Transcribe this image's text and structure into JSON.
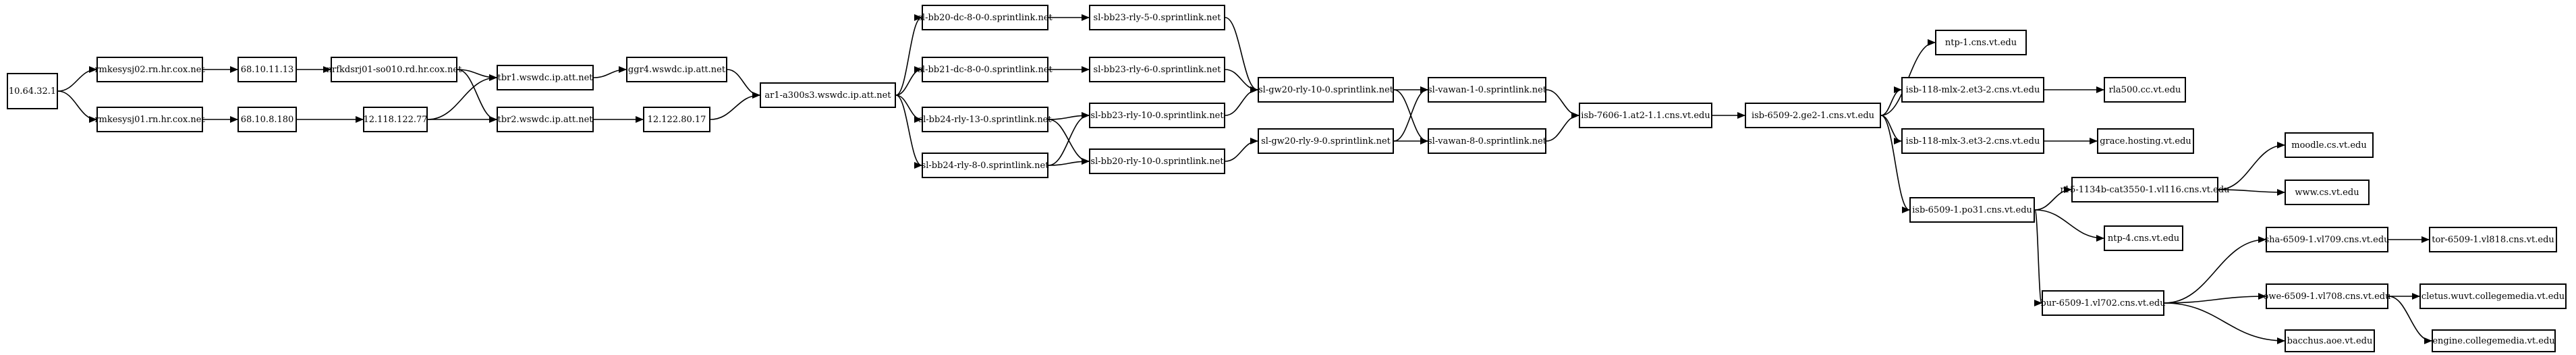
{
  "nodes": [
    {
      "id": "src",
      "label": "10.64.32.1"
    },
    {
      "id": "rmk1",
      "label": "rmkesysj02.rn.hr.cox.net"
    },
    {
      "id": "rmk2",
      "label": "rmkesysj01.rn.hr.cox.net"
    },
    {
      "id": "ip1",
      "label": "68.10.11.13"
    },
    {
      "id": "ip2",
      "label": "68.10.8.180"
    },
    {
      "id": "nrf",
      "label": "nrfkdsrj01-so010.rd.hr.cox.net"
    },
    {
      "id": "ip3",
      "label": "12.118.122.77"
    },
    {
      "id": "tbr1",
      "label": "tbr1.wswdc.ip.att.net"
    },
    {
      "id": "tbr2",
      "label": "tbr2.wswdc.ip.att.net"
    },
    {
      "id": "ggr4",
      "label": "ggr4.wswdc.ip.att.net"
    },
    {
      "id": "ip4",
      "label": "12.122.80.17"
    },
    {
      "id": "ar1",
      "label": "ar1-a300s3.wswdc.ip.att.net"
    },
    {
      "id": "bb20dc",
      "label": "sl-bb20-dc-8-0-0.sprintlink.net"
    },
    {
      "id": "bb21dc",
      "label": "sl-bb21-dc-8-0-0.sprintlink.net"
    },
    {
      "id": "bb24rly13",
      "label": "sl-bb24-rly-13-0.sprintlink.net"
    },
    {
      "id": "bb24rly8",
      "label": "sl-bb24-rly-8-0.sprintlink.net"
    },
    {
      "id": "bb23rly5",
      "label": "sl-bb23-rly-5-0.sprintlink.net"
    },
    {
      "id": "bb23rly6",
      "label": "sl-bb23-rly-6-0.sprintlink.net"
    },
    {
      "id": "bb23rly10",
      "label": "sl-bb23-rly-10-0.sprintlink.net"
    },
    {
      "id": "bb20rly10",
      "label": "sl-bb20-rly-10-0.sprintlink.net"
    },
    {
      "id": "gw20rly10",
      "label": "sl-gw20-rly-10-0.sprintlink.net"
    },
    {
      "id": "gw20rly9",
      "label": "sl-gw20-rly-9-0.sprintlink.net"
    },
    {
      "id": "vawan1",
      "label": "sl-vawan-1-0.sprintlink.net"
    },
    {
      "id": "vawan8",
      "label": "sl-vawan-8-0.sprintlink.net"
    },
    {
      "id": "isb7606",
      "label": "isb-7606-1.at2-1.1.cns.vt.edu"
    },
    {
      "id": "isb6509g",
      "label": "isb-6509-2.ge2-1.cns.vt.edu"
    },
    {
      "id": "ntp1",
      "label": "ntp-1.cns.vt.edu"
    },
    {
      "id": "isb118a",
      "label": "isb-118-mlx-2.et3-2.cns.vt.edu"
    },
    {
      "id": "isb118b",
      "label": "isb-118-mlx-3.et3-2.cns.vt.edu"
    },
    {
      "id": "isb6509p",
      "label": "isb-6509-1.po31.cns.vt.edu"
    },
    {
      "id": "rla500",
      "label": "rla500.cc.vt.edu"
    },
    {
      "id": "grace",
      "label": "grace.hosting.vt.edu"
    },
    {
      "id": "r15",
      "label": "r15-1134b-cat3550-1.vl116.cns.vt.edu"
    },
    {
      "id": "ntp4",
      "label": "ntp-4.cns.vt.edu"
    },
    {
      "id": "bur6509",
      "label": "bur-6509-1.vl702.cns.vt.edu"
    },
    {
      "id": "moodle",
      "label": "moodle.cs.vt.edu"
    },
    {
      "id": "www",
      "label": "www.cs.vt.edu"
    },
    {
      "id": "sha6509",
      "label": "sha-6509-1.vl709.cns.vt.edu"
    },
    {
      "id": "owe6509",
      "label": "owe-6509-1.vl708.cns.vt.edu"
    },
    {
      "id": "bacchus",
      "label": "bacchus.aoe.vt.edu"
    },
    {
      "id": "tor6509",
      "label": "tor-6509-1.vl818.cns.vt.edu"
    },
    {
      "id": "cletus",
      "label": "cletus.wuvt.collegemedia.vt.edu"
    },
    {
      "id": "engine",
      "label": "engine.collegemedia.vt.edu"
    }
  ],
  "edges": [
    [
      "src",
      "rmk1"
    ],
    [
      "src",
      "rmk2"
    ],
    [
      "rmk1",
      "ip1"
    ],
    [
      "rmk2",
      "ip2"
    ],
    [
      "ip1",
      "nrf"
    ],
    [
      "ip2",
      "ip3"
    ],
    [
      "nrf",
      "tbr1"
    ],
    [
      "nrf",
      "tbr2"
    ],
    [
      "ip3",
      "tbr1"
    ],
    [
      "ip3",
      "tbr2"
    ],
    [
      "tbr1",
      "ggr4"
    ],
    [
      "tbr2",
      "ip4"
    ],
    [
      "ggr4",
      "ar1"
    ],
    [
      "ip4",
      "ar1"
    ],
    [
      "ar1",
      "bb20dc"
    ],
    [
      "ar1",
      "bb21dc"
    ],
    [
      "ar1",
      "bb24rly13"
    ],
    [
      "ar1",
      "bb24rly8"
    ],
    [
      "bb20dc",
      "bb23rly5"
    ],
    [
      "bb21dc",
      "bb23rly6"
    ],
    [
      "bb24rly13",
      "bb23rly10"
    ],
    [
      "bb24rly13",
      "bb20rly10"
    ],
    [
      "bb24rly8",
      "bb23rly10"
    ],
    [
      "bb24rly8",
      "bb20rly10"
    ],
    [
      "bb23rly5",
      "gw20rly10"
    ],
    [
      "bb23rly6",
      "gw20rly10"
    ],
    [
      "bb23rly10",
      "gw20rly10"
    ],
    [
      "bb20rly10",
      "gw20rly9"
    ],
    [
      "gw20rly10",
      "vawan1"
    ],
    [
      "gw20rly10",
      "vawan8"
    ],
    [
      "gw20rly9",
      "vawan1"
    ],
    [
      "gw20rly9",
      "vawan8"
    ],
    [
      "vawan1",
      "isb7606"
    ],
    [
      "vawan8",
      "isb7606"
    ],
    [
      "isb7606",
      "isb6509g"
    ],
    [
      "isb6509g",
      "ntp1"
    ],
    [
      "isb6509g",
      "isb118a"
    ],
    [
      "isb6509g",
      "isb118b"
    ],
    [
      "isb6509g",
      "isb6509p"
    ],
    [
      "isb118a",
      "rla500"
    ],
    [
      "isb118b",
      "grace"
    ],
    [
      "isb6509p",
      "r15"
    ],
    [
      "isb6509p",
      "ntp4"
    ],
    [
      "isb6509p",
      "bur6509"
    ],
    [
      "r15",
      "moodle"
    ],
    [
      "r15",
      "www"
    ],
    [
      "bur6509",
      "sha6509"
    ],
    [
      "bur6509",
      "owe6509"
    ],
    [
      "bur6509",
      "bacchus"
    ],
    [
      "sha6509",
      "tor6509"
    ],
    [
      "owe6509",
      "cletus"
    ],
    [
      "owe6509",
      "engine"
    ]
  ]
}
